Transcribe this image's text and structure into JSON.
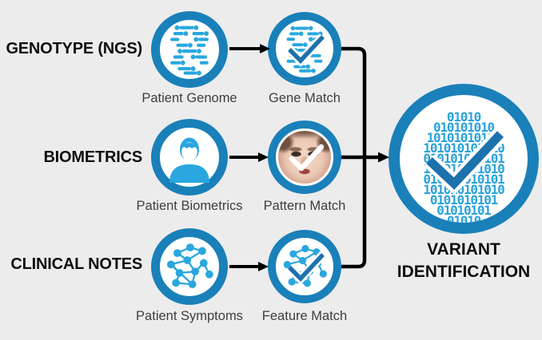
{
  "title": "Variant identification workflow diagram",
  "colors": {
    "background": "#ECECEC",
    "ring_blue": "#1A80B9",
    "icon_blue": "#29A7DE",
    "check_blue": "#1D71AC",
    "binary_blue": "#2AA2D9",
    "arrow_black": "#000000",
    "caption_gray": "#3E3E3E"
  },
  "rows": [
    {
      "category": "GENOTYPE (NGS)",
      "source": {
        "label": "Patient Genome",
        "icon": "dna-icon"
      },
      "match": {
        "label": "Gene Match",
        "icon": "dna-check-icon"
      }
    },
    {
      "category": "BIOMETRICS",
      "source": {
        "label": "Patient Biometrics",
        "icon": "person-icon"
      },
      "match": {
        "label": "Pattern Match",
        "icon": "face-photo-check-icon"
      }
    },
    {
      "category": "CLINICAL NOTES",
      "source": {
        "label": "Patient Symptoms",
        "icon": "network-icon"
      },
      "match": {
        "label": "Feature Match",
        "icon": "network-check-icon"
      }
    }
  ],
  "output": {
    "label_line1": "VARIANT",
    "label_line2": "IDENTIFICATION",
    "icon": "binary-head-check-icon",
    "binary_rows": [
      "01010",
      "010101010",
      "10101010101",
      "101010101010",
      "010101010101",
      "101010101010",
      "010101010101",
      "101010101010",
      "0101010101",
      "01010101",
      "01010"
    ]
  }
}
